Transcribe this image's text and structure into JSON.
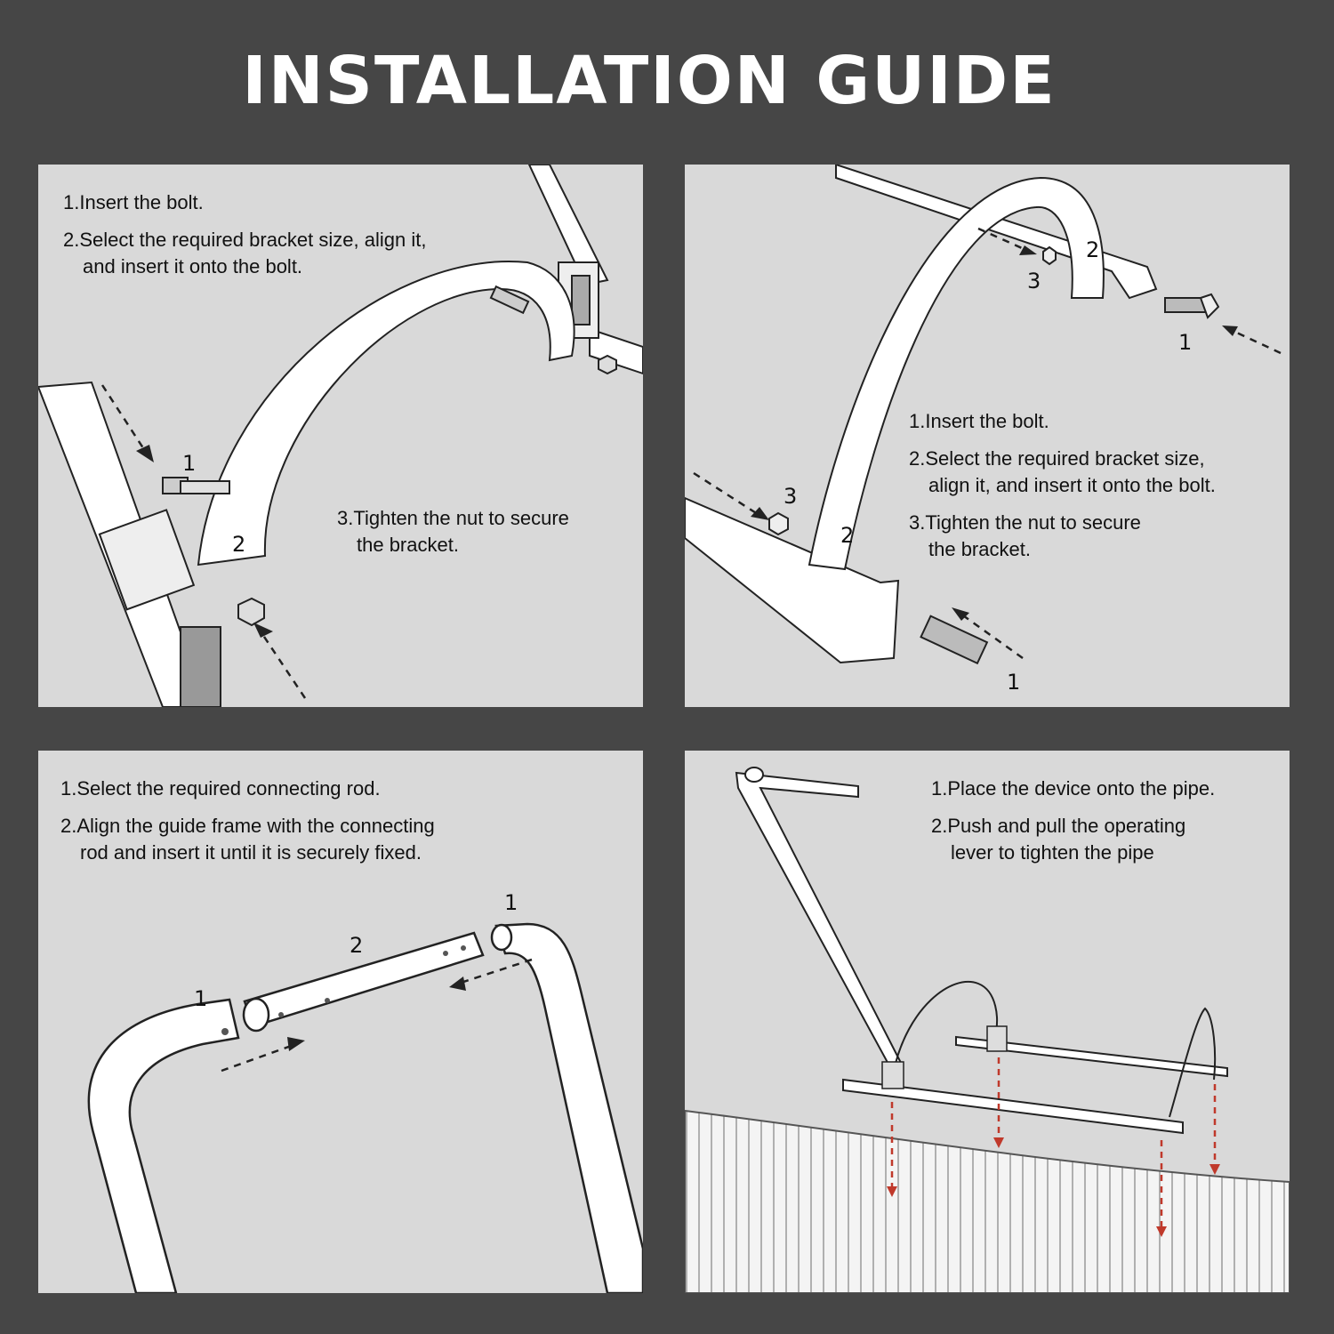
{
  "title": "INSTALLATION GUIDE",
  "panel1": {
    "steps": [
      [
        "1.Insert the bolt."
      ],
      [
        "2.Select the required bracket size, align it,",
        "and insert it onto the bolt."
      ],
      [
        "3.Tighten the nut to secure",
        "the bracket."
      ]
    ],
    "labels": {
      "bolt": "1",
      "bracket": "2"
    }
  },
  "panel2": {
    "steps": [
      [
        "1.Insert the bolt."
      ],
      [
        "2.Select the required bracket size,",
        "align it, and insert it onto the bolt."
      ],
      [
        "3.Tighten the nut to secure",
        "the bracket."
      ]
    ],
    "labels": {
      "bolt_top": "1",
      "bracket_top": "2",
      "nut_top": "3",
      "nut_left": "3",
      "bracket_left": "2",
      "bolt_bottom": "1"
    }
  },
  "panel3": {
    "steps": [
      [
        "1.Select the required connecting rod."
      ],
      [
        "2.Align the guide frame with the connecting",
        "rod and insert it until it is securely fixed."
      ]
    ],
    "labels": {
      "frame_left": "1",
      "rod": "2",
      "frame_right": "1"
    }
  },
  "panel4": {
    "steps": [
      [
        "1.Place the device onto the pipe."
      ],
      [
        "2.Push and pull the operating",
        "lever to tighten the pipe"
      ]
    ]
  },
  "colors": {
    "background": "#464646",
    "panel": "#d9d9d9",
    "arrow_red": "#c0392b"
  }
}
